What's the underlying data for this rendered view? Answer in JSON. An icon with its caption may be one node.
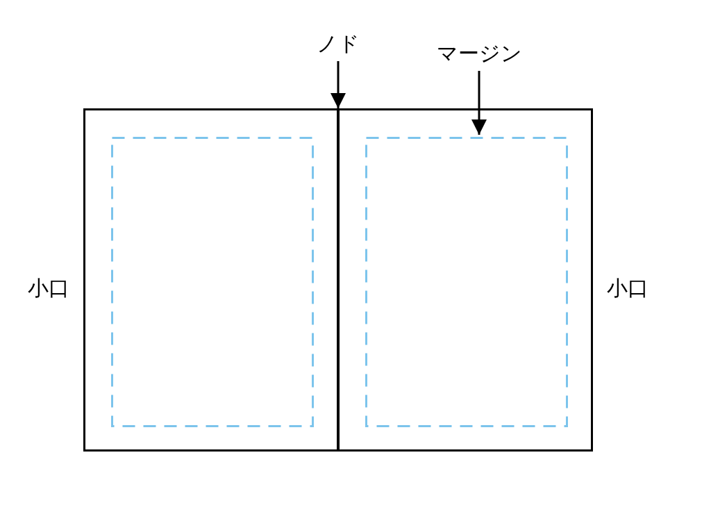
{
  "diagram": {
    "nodes": [
      {
        "text": [
          "ノド"
        ]
      },
      {
        "text": [
          "マージン"
        ]
      },
      {
        "text": [],
        "shape": "box"
      },
      {
        "text": [],
        "shape": "box"
      },
      {
        "text": [],
        "shape": "box",
        "in": 2
      },
      {
        "text": [],
        "shape": "box",
        "in": 3
      }
    ],
    "edges": [
      {
        "from": 0,
        "to": 2,
        "arrow": "to"
      },
      {
        "from": 1,
        "to": 5,
        "arrow": "to"
      }
    ],
    "labels": [
      "小口",
      "小口"
    ]
  }
}
